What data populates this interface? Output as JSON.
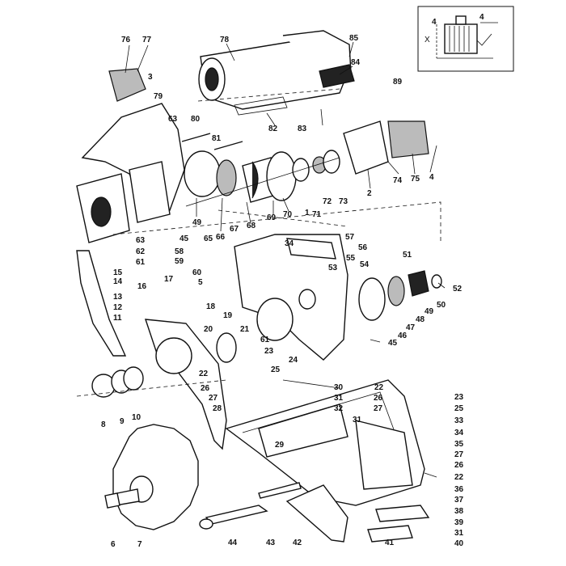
{
  "inset": {
    "labels": [
      "4",
      "4"
    ],
    "axis_letter": "X"
  },
  "callouts": [
    {
      "id": "c76",
      "text": "76"
    },
    {
      "id": "c77",
      "text": "77"
    },
    {
      "id": "c78",
      "text": "78"
    },
    {
      "id": "c85",
      "text": "85"
    },
    {
      "id": "c84",
      "text": "84"
    },
    {
      "id": "c3",
      "text": "3"
    },
    {
      "id": "c79",
      "text": "79"
    },
    {
      "id": "c89",
      "text": "89"
    },
    {
      "id": "c63a",
      "text": "63"
    },
    {
      "id": "c80",
      "text": "80"
    },
    {
      "id": "c82",
      "text": "82"
    },
    {
      "id": "c83",
      "text": "83"
    },
    {
      "id": "c81",
      "text": "81"
    },
    {
      "id": "c74",
      "text": "74"
    },
    {
      "id": "c75",
      "text": "75"
    },
    {
      "id": "c4",
      "text": "4"
    },
    {
      "id": "c2",
      "text": "2"
    },
    {
      "id": "c1",
      "text": "1"
    },
    {
      "id": "c71",
      "text": "71"
    },
    {
      "id": "c72",
      "text": "72"
    },
    {
      "id": "c73",
      "text": "73"
    },
    {
      "id": "c49a",
      "text": "49"
    },
    {
      "id": "c66",
      "text": "66"
    },
    {
      "id": "c67",
      "text": "67"
    },
    {
      "id": "c68",
      "text": "68"
    },
    {
      "id": "c69",
      "text": "69"
    },
    {
      "id": "c70",
      "text": "70"
    },
    {
      "id": "c45a",
      "text": "45"
    },
    {
      "id": "c65",
      "text": "65"
    },
    {
      "id": "c63b",
      "text": "63"
    },
    {
      "id": "c62",
      "text": "62"
    },
    {
      "id": "c61a",
      "text": "61"
    },
    {
      "id": "c57",
      "text": "57"
    },
    {
      "id": "c34a",
      "text": "34"
    },
    {
      "id": "c56",
      "text": "56"
    },
    {
      "id": "c58",
      "text": "58"
    },
    {
      "id": "c59",
      "text": "59"
    },
    {
      "id": "c55",
      "text": "55"
    },
    {
      "id": "c53",
      "text": "53"
    },
    {
      "id": "c54",
      "text": "54"
    },
    {
      "id": "c51",
      "text": "51"
    },
    {
      "id": "c15",
      "text": "15"
    },
    {
      "id": "c14",
      "text": "14"
    },
    {
      "id": "c60",
      "text": "60"
    },
    {
      "id": "c17",
      "text": "17"
    },
    {
      "id": "c5",
      "text": "5"
    },
    {
      "id": "c16",
      "text": "16"
    },
    {
      "id": "c52",
      "text": "52"
    },
    {
      "id": "c13",
      "text": "13"
    },
    {
      "id": "c50",
      "text": "50"
    },
    {
      "id": "c18",
      "text": "18"
    },
    {
      "id": "c12",
      "text": "12"
    },
    {
      "id": "c49b",
      "text": "49"
    },
    {
      "id": "c19",
      "text": "19"
    },
    {
      "id": "c48",
      "text": "48"
    },
    {
      "id": "c11",
      "text": "11"
    },
    {
      "id": "c47",
      "text": "47"
    },
    {
      "id": "c20",
      "text": "20"
    },
    {
      "id": "c21",
      "text": "21"
    },
    {
      "id": "c46",
      "text": "46"
    },
    {
      "id": "c61b",
      "text": "61"
    },
    {
      "id": "c45b",
      "text": "45"
    },
    {
      "id": "c23a",
      "text": "23"
    },
    {
      "id": "c24",
      "text": "24"
    },
    {
      "id": "c22a",
      "text": "22"
    },
    {
      "id": "c25a",
      "text": "25"
    },
    {
      "id": "c26a",
      "text": "26"
    },
    {
      "id": "c30",
      "text": "30"
    },
    {
      "id": "c22b",
      "text": "22"
    },
    {
      "id": "c27a",
      "text": "27"
    },
    {
      "id": "c31a",
      "text": "31"
    },
    {
      "id": "c26b",
      "text": "26"
    },
    {
      "id": "c23b",
      "text": "23"
    },
    {
      "id": "c28",
      "text": "28"
    },
    {
      "id": "c32",
      "text": "32"
    },
    {
      "id": "c8",
      "text": "8"
    },
    {
      "id": "c9",
      "text": "9"
    },
    {
      "id": "c10",
      "text": "10"
    },
    {
      "id": "c27b",
      "text": "27"
    },
    {
      "id": "c25b",
      "text": "25"
    },
    {
      "id": "c31b",
      "text": "31"
    },
    {
      "id": "c33",
      "text": "33"
    },
    {
      "id": "c34b",
      "text": "34"
    },
    {
      "id": "c29",
      "text": "29"
    },
    {
      "id": "c35",
      "text": "35"
    },
    {
      "id": "c27c",
      "text": "27"
    },
    {
      "id": "c26c",
      "text": "26"
    },
    {
      "id": "c22c",
      "text": "22"
    },
    {
      "id": "c36",
      "text": "36"
    },
    {
      "id": "c37",
      "text": "37"
    },
    {
      "id": "c38",
      "text": "38"
    },
    {
      "id": "c39",
      "text": "39"
    },
    {
      "id": "c31c",
      "text": "31"
    },
    {
      "id": "c40",
      "text": "40"
    },
    {
      "id": "c6",
      "text": "6"
    },
    {
      "id": "c7",
      "text": "7"
    },
    {
      "id": "c44",
      "text": "44"
    },
    {
      "id": "c43",
      "text": "43"
    },
    {
      "id": "c42",
      "text": "42"
    },
    {
      "id": "c41",
      "text": "41"
    }
  ]
}
